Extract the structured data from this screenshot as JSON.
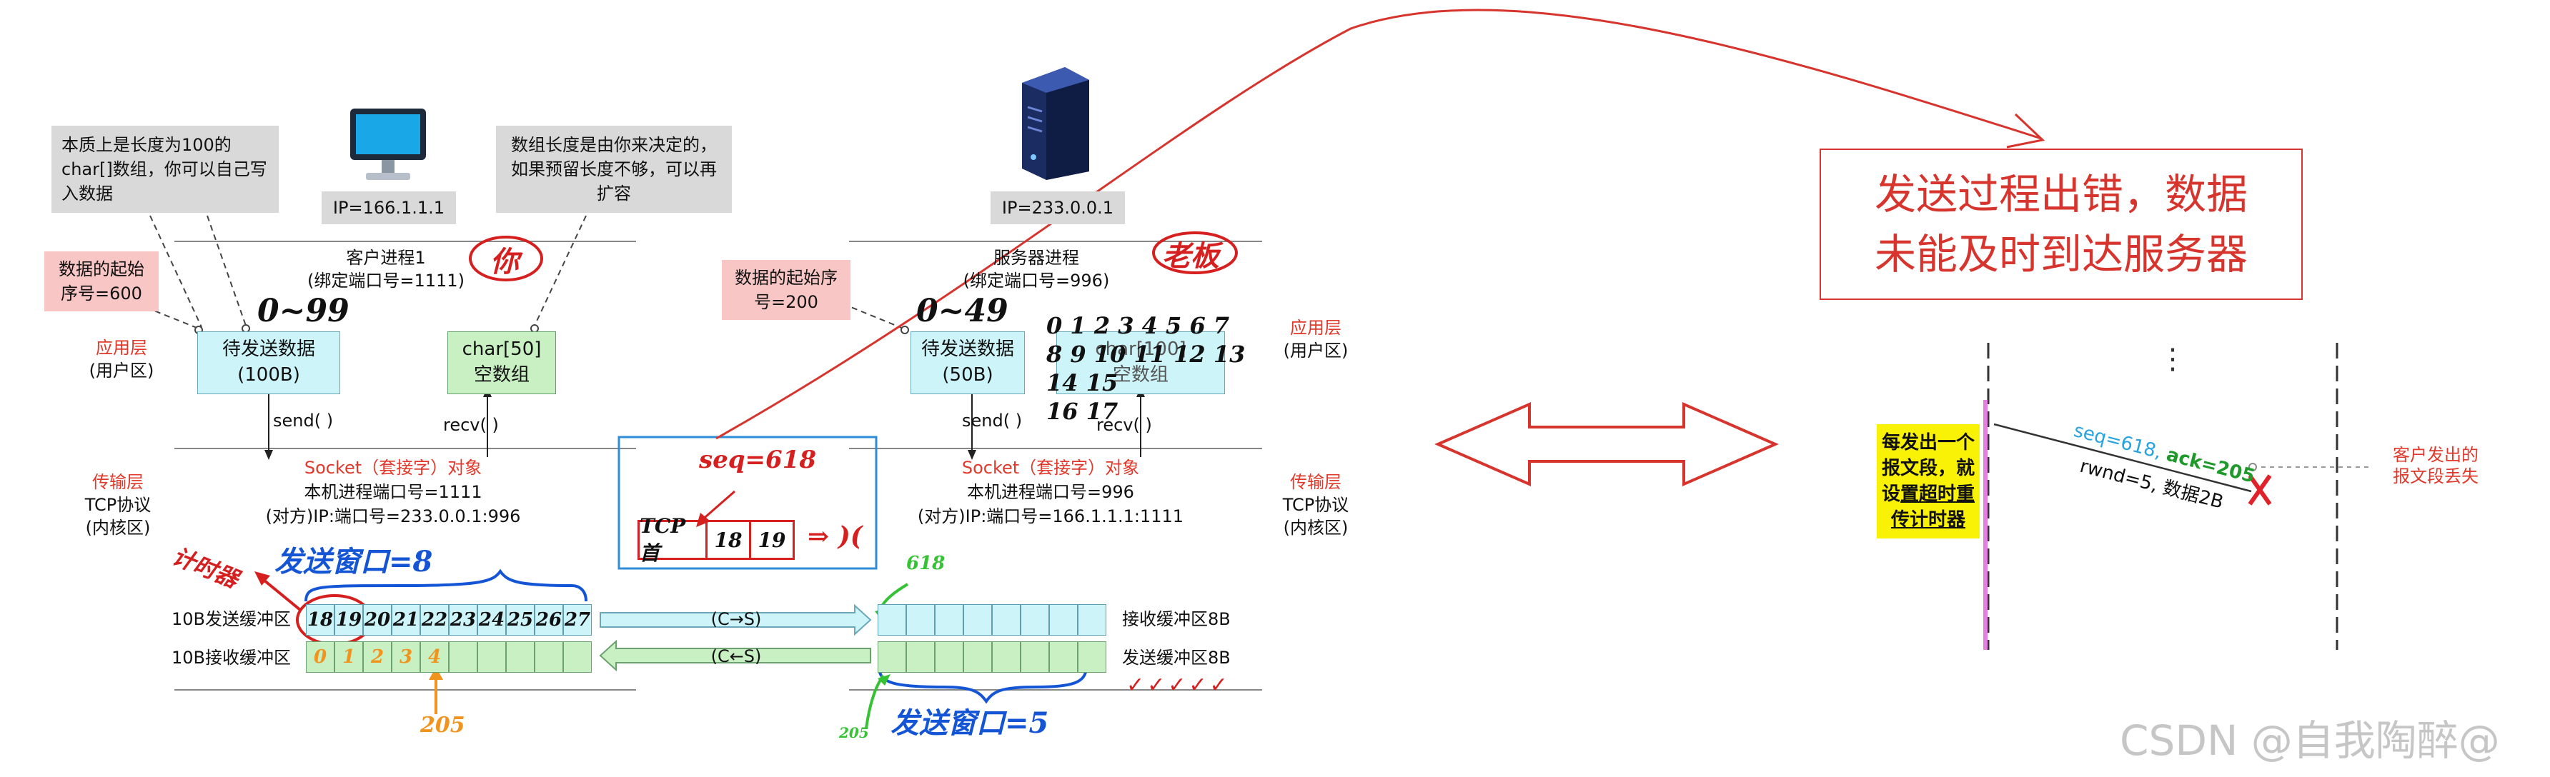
{
  "client": {
    "ip": "IP=166.1.1.1",
    "process": "客户进程1",
    "port_bind": "(绑定端口号=1111)",
    "nickname": "你",
    "note_left": "本质上是长度为100的char[]数组，你可以自己写入数据",
    "note_right": "数组长度是由你来决定的，如果预留长度不够，可以再扩容",
    "start_seq": "数据的起始序号=600",
    "layer_app": "应用层",
    "layer_app_sub": "(用户区)",
    "layer_transport": "传输层",
    "layer_tcp": "TCP协议",
    "layer_kernel": "(内核区)",
    "send_box": "待发送数据\n(100B)",
    "recv_box": "char[50]\n空数组",
    "range": "0~99",
    "send_call": "send( )",
    "recv_call": "recv( )",
    "socket_title": "Socket（套接字）对象",
    "socket_port": "本机进程端口号=1111",
    "socket_peer": "(对方)IP:端口号=233.0.0.1:996",
    "timer_label": "计时器",
    "window_label": "发送窗口=8",
    "send_buf_label": "10B发送缓冲区",
    "recv_buf_label": "10B接收缓冲区",
    "send_buf_values": [
      "18",
      "19",
      "20",
      "21",
      "22",
      "23",
      "24",
      "25",
      "26",
      "27"
    ],
    "recv_buf_values": [
      "0",
      "1",
      "2",
      "3",
      "4",
      "",
      "",
      "",
      "",
      ""
    ],
    "ack_mark": "205"
  },
  "server": {
    "ip": "IP=233.0.0.1",
    "process": "服务器进程",
    "port_bind": "(绑定端口号=996)",
    "nickname": "老板",
    "start_seq": "数据的起始序号=200",
    "layer_app": "应用层",
    "layer_app_sub": "(用户区)",
    "layer_transport": "传输层",
    "layer_tcp": "TCP协议",
    "layer_kernel": "(内核区)",
    "send_box": "待发送数据\n(50B)",
    "recv_box": "char[100]\n空数组",
    "range": "0~49",
    "recv_numbers": "0 1 2 3 4 5 6 7\n8 9 10 11 12 13 14 15\n16 17",
    "send_call": "send( )",
    "recv_call": "recv( )",
    "socket_title": "Socket（套接字）对象",
    "socket_port": "本机进程端口号=996",
    "socket_peer": "(对方)IP:端口号=166.1.1.1:1111",
    "seq_mark": "618",
    "recv_buf_label": "接收缓冲区8B",
    "send_buf_label": "发送缓冲区8B",
    "window_label": "发送窗口=5",
    "ack_mark": "205"
  },
  "channel": {
    "c_to_s": "(C→S)",
    "c_from_s": "(C←S)"
  },
  "segment": {
    "seq_label": "seq=618",
    "tcp_head": "TCP首",
    "values": [
      "18",
      "19"
    ]
  },
  "alert": {
    "text": "发送过程出错，数据\n未能及时到达服务器"
  },
  "timeline": {
    "dots": "⋮",
    "note": "每发出一个报文段，就设置超时重传计时器",
    "note_plain": "每发出一个报文段，就设",
    "note_bold": "置超时重传计时器",
    "seq_label": "seq=618,",
    "ack_label": "ack=205",
    "rwnd_label": "rwnd=5, 数据2B",
    "lost_label": "客户发出的\n报文段丢失"
  },
  "watermark": {
    "csdn": "CSDN @自我陶醉@"
  },
  "colors": {
    "accent_red": "#d6342d",
    "hand_blue": "#1455d6",
    "cyan_fill": "#cdf5f9",
    "green_fill": "#c8f0c2",
    "yellow": "#f9f206"
  }
}
